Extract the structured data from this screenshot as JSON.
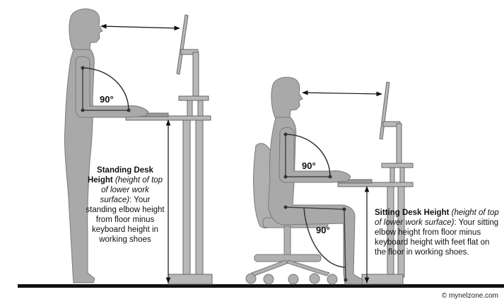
{
  "standing": {
    "title": "Standing Desk Height",
    "note": "(height of top of lower work surface)",
    "description": ": Your standing elbow height from floor minus keyboard height in working shoes",
    "angle": "90°"
  },
  "sitting": {
    "title": "Sitting Desk Height",
    "note": "(height of top of lower work surface)",
    "description": ": Your sitting elbow height from floor minus keyboard height with feet flat on the floor in working shoes.",
    "elbow_angle": "90°",
    "knee_angle": "90°"
  },
  "copyright": "© mynelzone.com",
  "colors": {
    "figure": "#a9a9a9",
    "desk": "#b8b8b8",
    "outline": "#555555",
    "floor": "#111111"
  }
}
